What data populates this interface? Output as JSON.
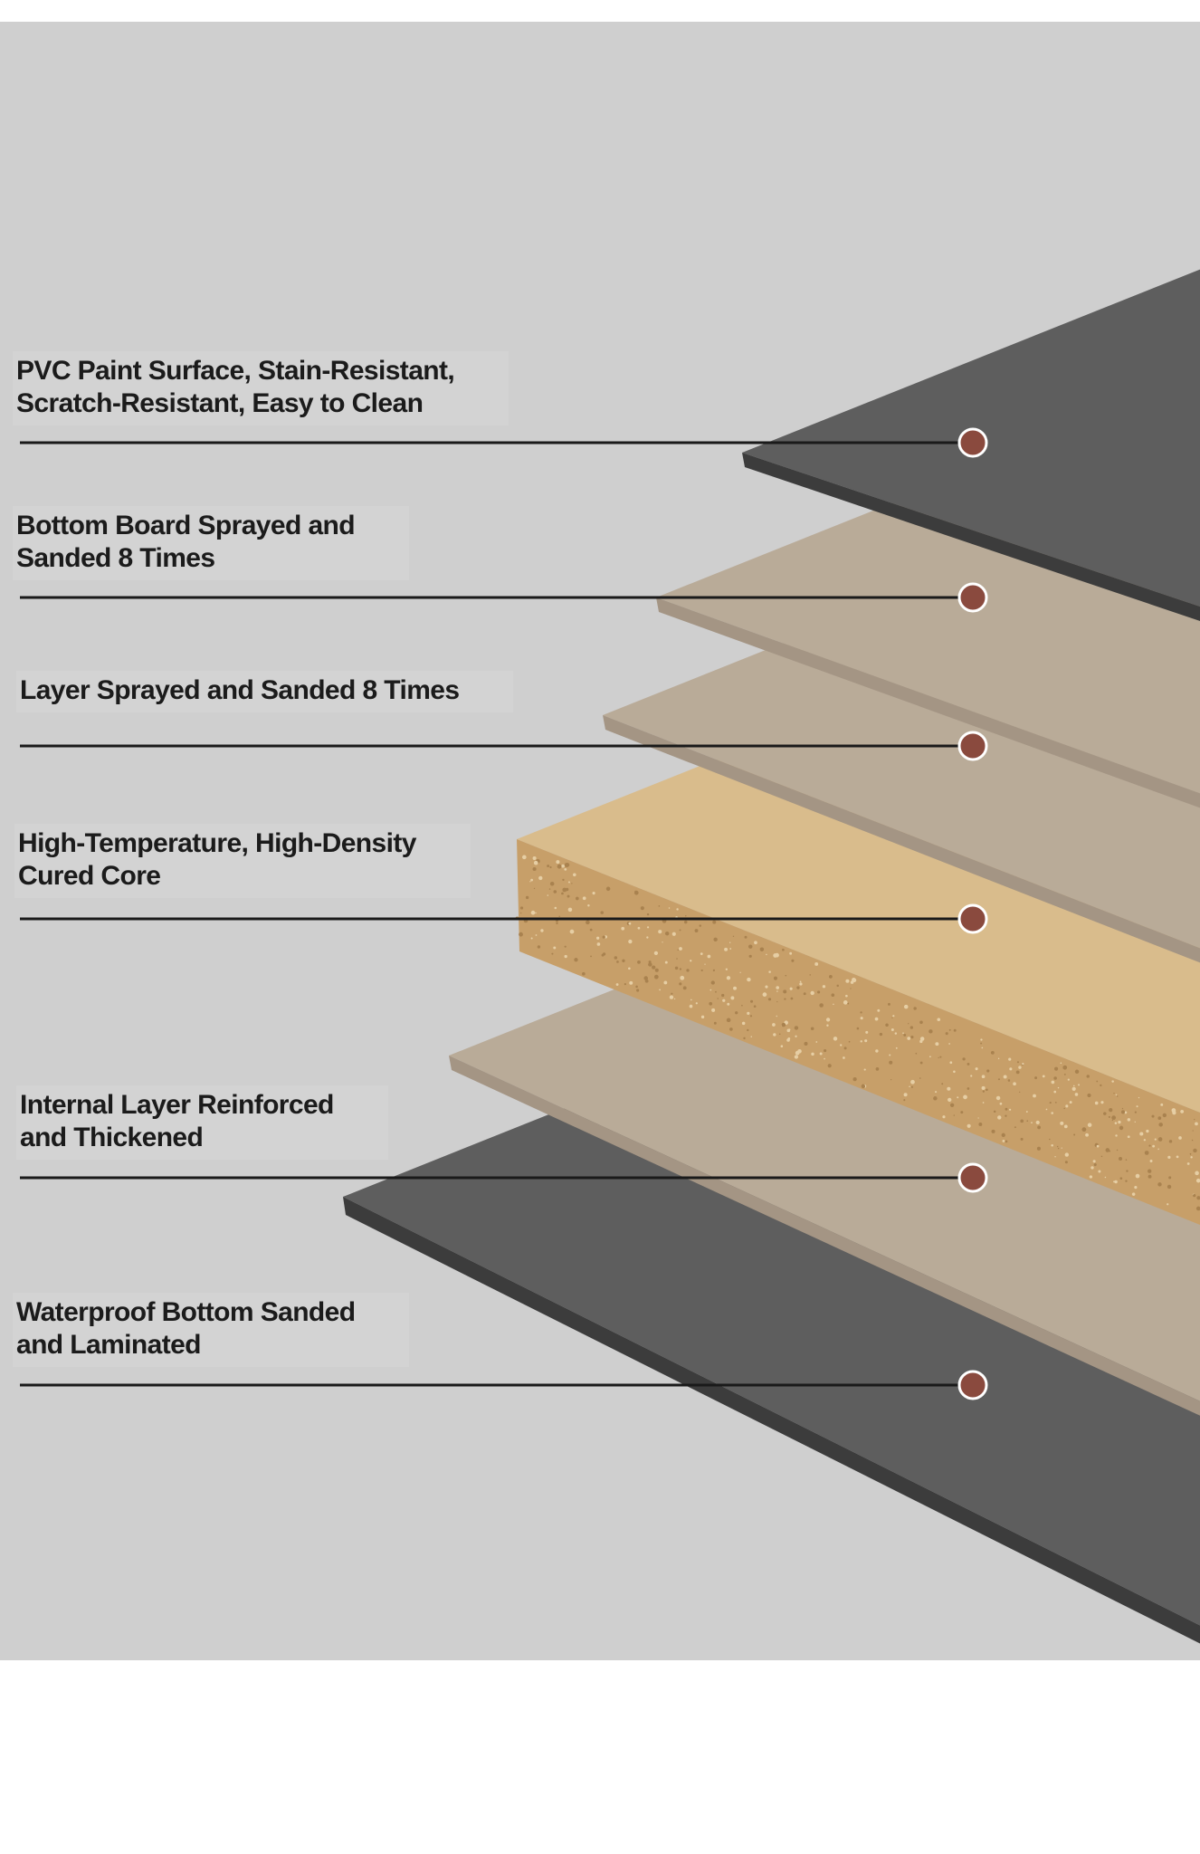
{
  "callouts": [
    {
      "id": "pvc-surface",
      "lines": [
        "PVC Paint Surface, Stain-Resistant,",
        "Scratch-Resistant, Easy to Clean"
      ]
    },
    {
      "id": "bottom-board",
      "lines": [
        "Bottom Board Sprayed and",
        "Sanded 8 Times"
      ]
    },
    {
      "id": "layer-sprayed",
      "lines": [
        "Layer Sprayed and Sanded 8 Times"
      ]
    },
    {
      "id": "cured-core",
      "lines": [
        "High-Temperature, High-Density",
        "Cured Core"
      ]
    },
    {
      "id": "internal-layer",
      "lines": [
        "Internal Layer Reinforced",
        "and Thickened"
      ]
    },
    {
      "id": "waterproof-bottom",
      "lines": [
        "Waterproof Bottom Sanded",
        "and Laminated"
      ]
    }
  ],
  "colors": {
    "background": "#cfcfcf",
    "dark_board_top": "#5e5e5e",
    "dark_board_edge": "#3c3c3c",
    "beige_board_top": "#b9ab98",
    "beige_board_edge": "#a49584",
    "core_top": "#d9bc8c",
    "core_edge": "#c79f69",
    "marker_fill": "#8a4a3e",
    "leader_line": "#1a1a1a"
  }
}
